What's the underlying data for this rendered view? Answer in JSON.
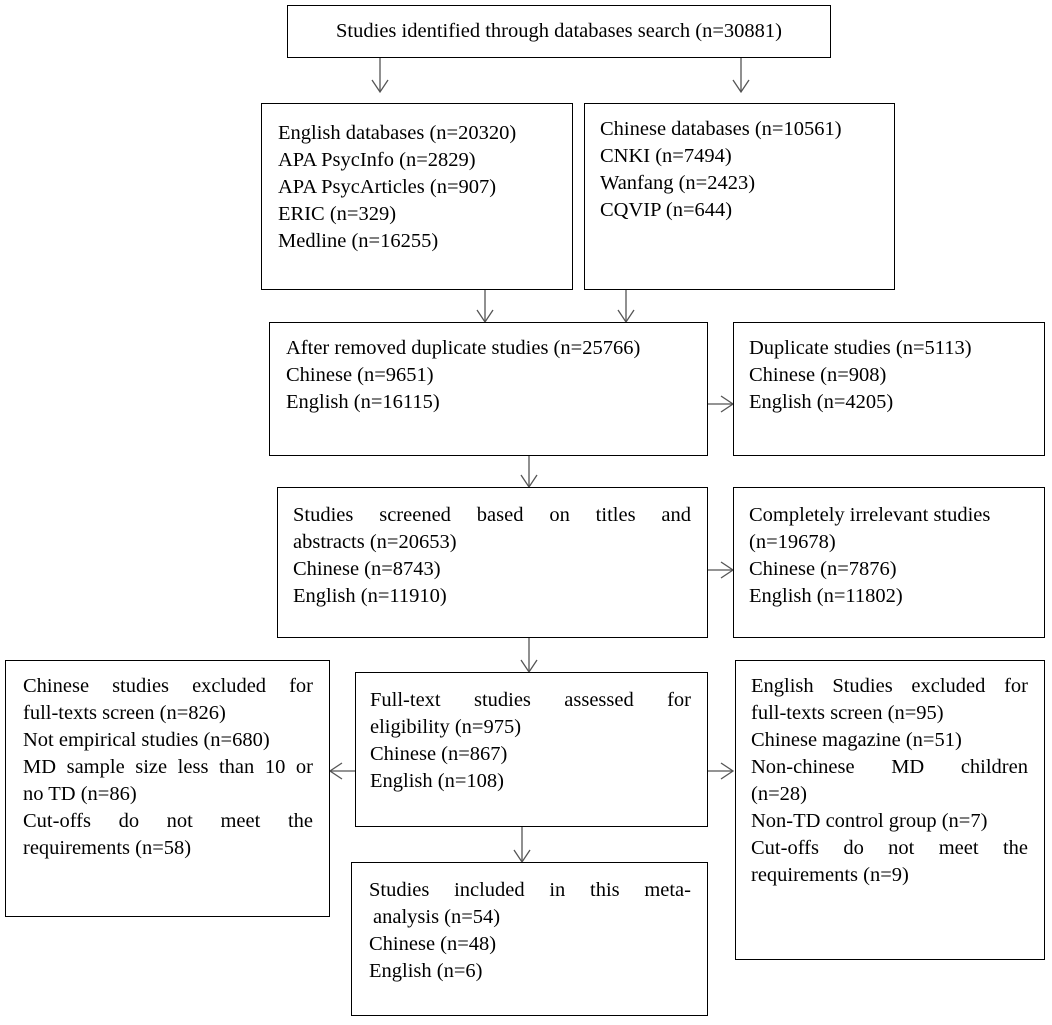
{
  "top": {
    "lines": [
      "Studies identified through databases search (n=30881)"
    ]
  },
  "english_db": {
    "lines": [
      "English databases (n=20320)",
      "APA PsycInfo (n=2829)",
      "APA PsycArticles (n=907)",
      "ERIC (n=329)",
      "Medline (n=16255)"
    ]
  },
  "chinese_db": {
    "lines": [
      "Chinese databases (n=10561)",
      "CNKI (n=7494)",
      "Wanfang (n=2423)",
      "CQVIP (n=644)"
    ]
  },
  "after_duplicates": {
    "lines": [
      "After removed duplicate studies (n=25766)",
      "Chinese (n=9651)",
      "English (n=16115)"
    ]
  },
  "duplicates": {
    "lines": [
      "Duplicate studies (n=5113)",
      "Chinese (n=908)",
      "English (n=4205)"
    ]
  },
  "screened": {
    "lines": [
      "Studies screened based on titles and",
      "abstracts (n=20653)",
      "Chinese (n=8743)",
      "English (n=11910)"
    ]
  },
  "irrelevant": {
    "lines": [
      "Completely irrelevant studies",
      "(n=19678)",
      "Chinese (n=7876)",
      "English (n=11802)"
    ]
  },
  "chinese_excluded": {
    "lines": [
      "Chinese studies excluded for",
      "full-texts screen (n=826)",
      "Not empirical studies (n=680)",
      "MD sample size less than 10 or",
      "no TD (n=86)",
      "Cut-offs do not meet the",
      "requirements (n=58)"
    ]
  },
  "fulltext": {
    "lines": [
      "Full-text studies assessed for",
      "eligibility (n=975)",
      "Chinese (n=867)",
      "English (n=108)"
    ]
  },
  "english_excluded": {
    "lines": [
      "English Studies excluded for",
      "full-texts screen (n=95)",
      "Chinese magazine (n=51)",
      "Non-chinese MD children",
      "(n=28)",
      "Non-TD control group (n=7)",
      "Cut-offs do not meet the",
      "requirements (n=9)"
    ]
  },
  "included": {
    "lines": [
      "Studies included in this meta-",
      "analysis (n=54)",
      "Chinese (n=48)",
      "English (n=6)"
    ]
  }
}
